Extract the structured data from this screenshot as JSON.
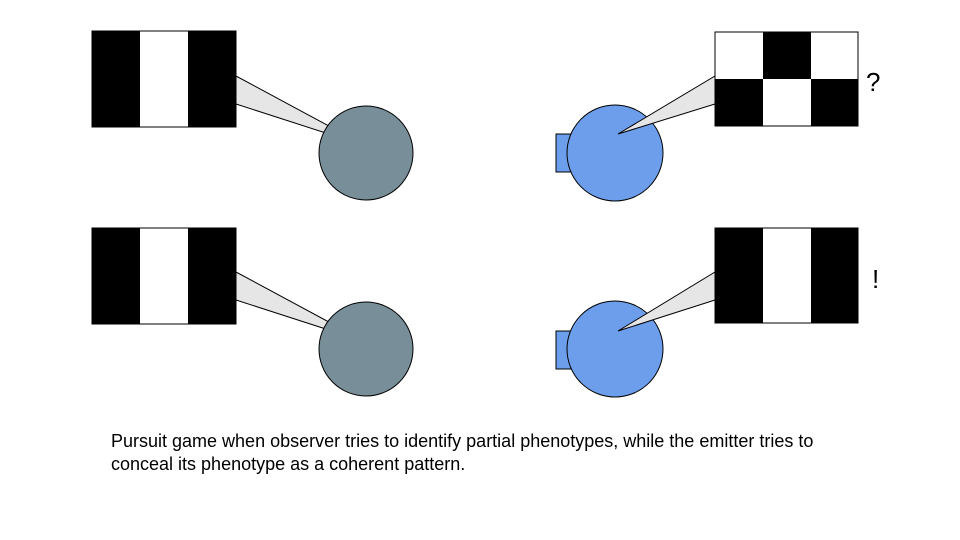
{
  "colors": {
    "observer_fill": "#788f99",
    "emitter_fill": "#6d9eeb",
    "outline": "#000000",
    "beam_fill": "#e6e6e6",
    "pattern_black": "#000000",
    "pattern_white": "#ffffff"
  },
  "rows": [
    {
      "observer": {
        "pattern": "stripes"
      },
      "emitter": {
        "pattern": "checkerboard",
        "mark": "?"
      }
    },
    {
      "observer": {
        "pattern": "stripes"
      },
      "emitter": {
        "pattern": "stripes",
        "mark": "!"
      }
    }
  ],
  "caption": "Pursuit game when observer tries to identify partial phenotypes, while the emitter tries to conceal its phenotype as a coherent pattern."
}
